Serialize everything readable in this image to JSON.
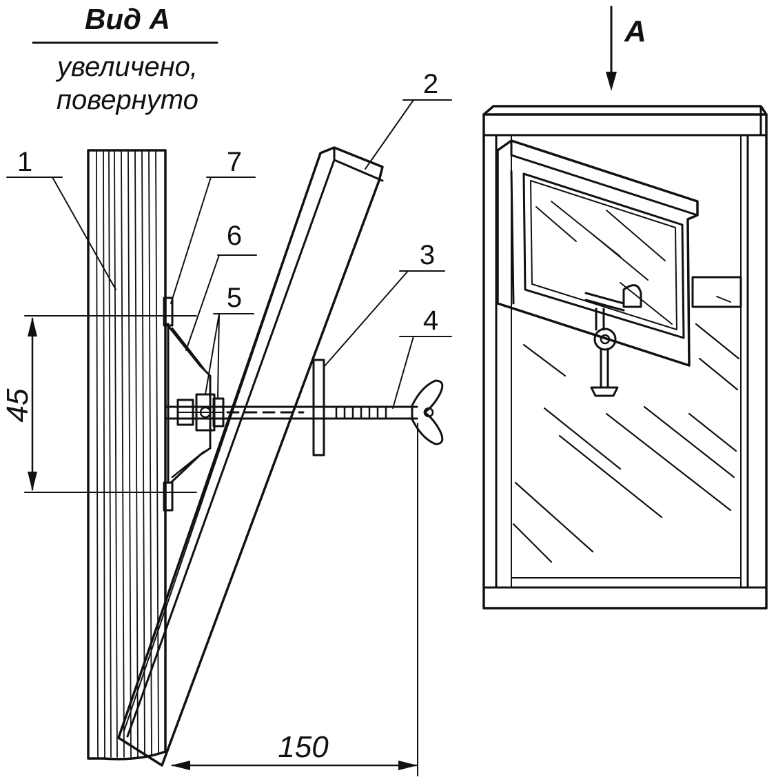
{
  "view_title": "Вид А",
  "view_note_line1": "увеличено,",
  "view_note_line2": "повернуто",
  "arrow_label": "А",
  "callouts": {
    "c1": "1",
    "c2": "2",
    "c3": "3",
    "c4": "4",
    "c5": "5",
    "c6": "6",
    "c7": "7"
  },
  "dimensions": {
    "vertical": "45",
    "horizontal": "150"
  }
}
